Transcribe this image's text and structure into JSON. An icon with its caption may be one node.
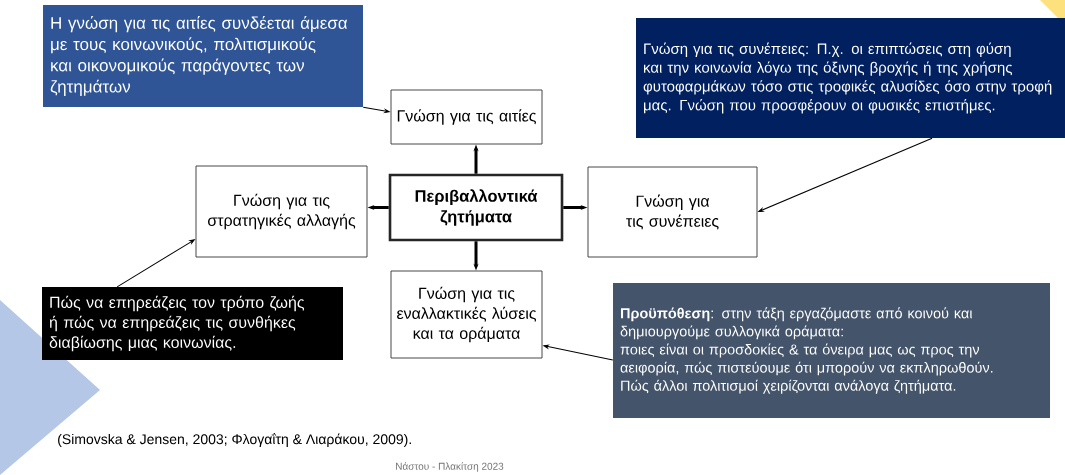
{
  "diagram": {
    "nodes": [
      {
        "text": [
          "Η γνώση για τις αιτίες συνδέεται άμεσα με τους κοινωνικούς, πολιτισμικούς και οικονομικούς παράγοντες των ζητημάτων"
        ]
      },
      {
        "text": [
          "Γνώση για τις αιτίες"
        ]
      },
      {
        "text": [
          "Γνώση για τις συνέπειες: Π.χ. οι επιπτώσεις στη φύση και την κοινωνία λόγω της όξινης βροχής ή της χρήσης φυτοφαρμάκων τόσο στις τροφικές αλυσίδες όσο στην τροφή μας. Γνώση που προσφέρουν οι φυσικές επιστήμες."
        ]
      },
      {
        "text": [
          "Περιβαλλοντικά ζητήματα"
        ]
      },
      {
        "text": [
          "Γνώση για τις στρατηγικές αλλαγής"
        ]
      },
      {
        "text": [
          "Γνώση για τις συνέπειες"
        ]
      },
      {
        "text": [
          "Πώς να επηρεάζεις τον τρόπο ζωής ή πώς να επηρεάζεις τις συνθήκες διαβίωσης μιας κοινωνίας."
        ]
      },
      {
        "text": [
          "Γνώση για τις εναλλακτικές λύσεις και τα οράματα"
        ]
      },
      {
        "text": [
          "**Προϋπόθεση**: στην τάξη εργαζόμαστε από κοινού και δημιουργούμε συλλογικά οράματα:",
          "ποιες είναι οι προσδοκίες & τα όνειρα μας ως προς την αειφορία, πώς πιστεύουμε ότι μπορούν να εκπληρωθούν.",
          "Πώς άλλοι πολιτισμοί χειρίζονται ανάλογα ζητήματα."
        ]
      }
    ],
    "edges": [
      {
        "from": 0,
        "to": 1,
        "arrow": "to"
      },
      {
        "from": 3,
        "to": 1,
        "arrow": "to",
        "style": "thick"
      },
      {
        "from": 3,
        "to": 4,
        "arrow": "to",
        "style": "thick"
      },
      {
        "from": 3,
        "to": 5,
        "arrow": "to",
        "style": "thick"
      },
      {
        "from": 3,
        "to": 7,
        "arrow": "to",
        "style": "thick"
      },
      {
        "from": 2,
        "to": 5,
        "arrow": "to"
      },
      {
        "from": 6,
        "to": 4,
        "arrow": "to"
      },
      {
        "from": 8,
        "to": 7,
        "arrow": "to"
      }
    ],
    "labels": [
      "(Simovska & Jensen, 2003; Φλογαΐτη & Λιαράκου, 2009).",
      "Νάστου - Πλακίτση 2023"
    ]
  }
}
